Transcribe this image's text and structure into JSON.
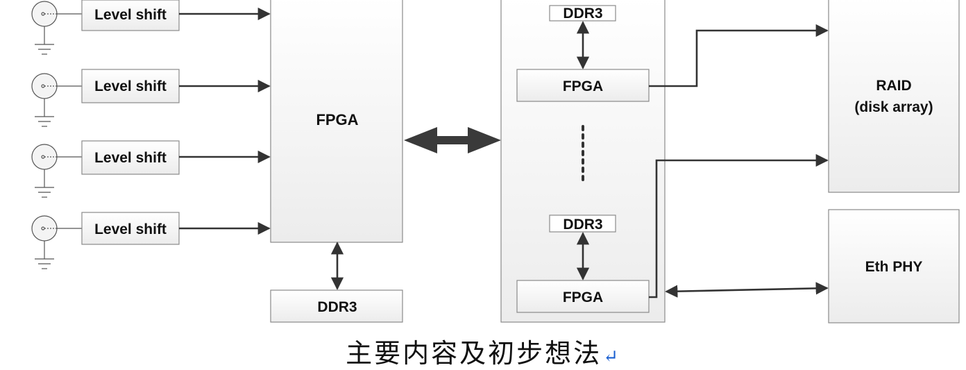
{
  "diagram": {
    "level_shift_label": "Level shift",
    "fpga_main_label": "FPGA",
    "ddr3_main_label": "DDR3",
    "board_top_ddr3_label": "DDR3",
    "board_top_fpga_label": "FPGA",
    "board_bottom_ddr3_label": "DDR3",
    "board_bottom_fpga_label": "FPGA",
    "raid_label_line1": "RAID",
    "raid_label_line2": "(disk array)",
    "eth_label": "Eth PHY"
  },
  "caption": {
    "text": "主要内容及初步想法",
    "return_mark": "↵"
  }
}
